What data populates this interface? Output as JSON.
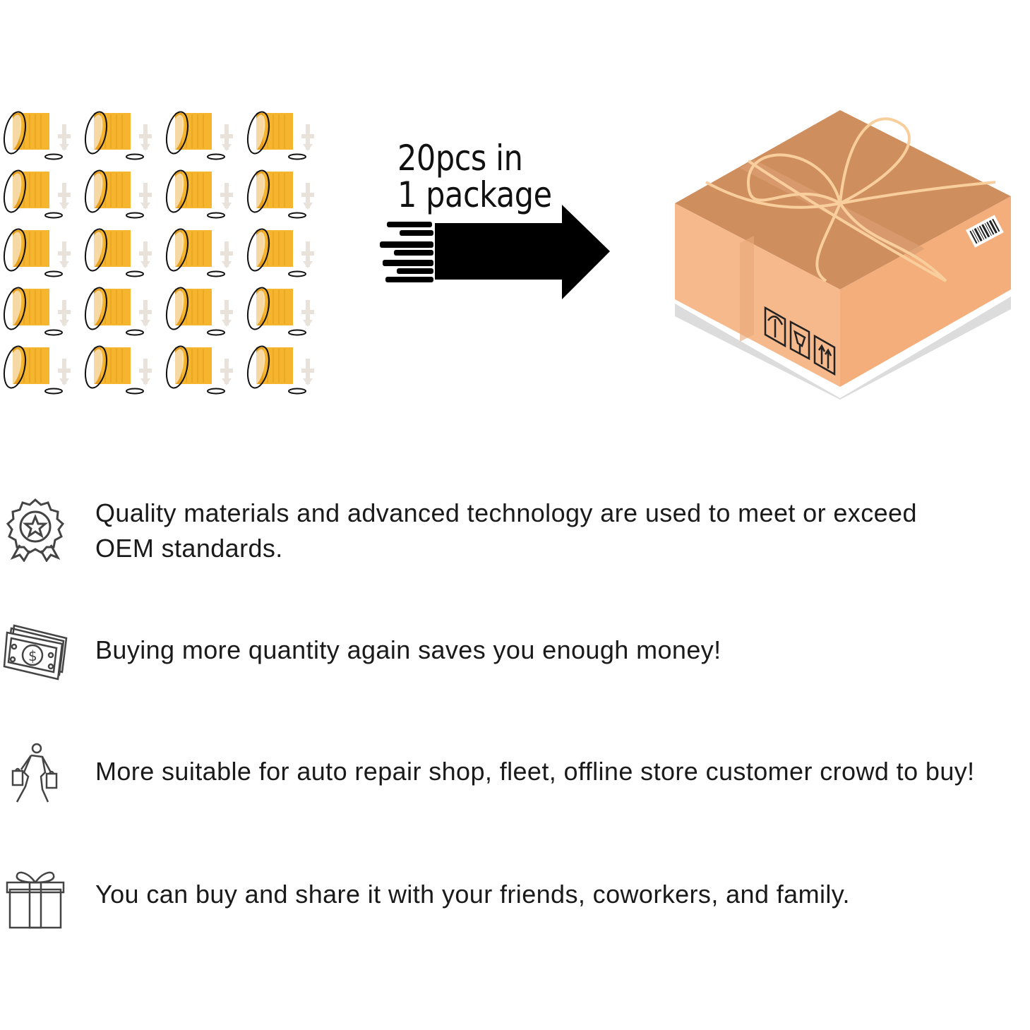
{
  "hero": {
    "caption_line1": "20pcs in",
    "caption_line2": "1 package",
    "filter_count": 20,
    "colors": {
      "filter": "#F5B52E",
      "filter_shade": "#E49A16",
      "box_top": "#CF8E5E",
      "box_left": "#F6B98C",
      "box_right": "#F3AE7C",
      "arrow": "#000000"
    }
  },
  "features": [
    {
      "icon": "award-ribbon-icon",
      "text_line1": "Quality materials and advanced technology are used to meet or exceed",
      "text_line2": "OEM standards."
    },
    {
      "icon": "money-bills-icon",
      "text_line1": "Buying more quantity again saves you enough money!"
    },
    {
      "icon": "shopper-icon",
      "text_line1": "More suitable for auto repair shop, fleet, offline store customer crowd to buy!"
    },
    {
      "icon": "gift-box-icon",
      "text_line1": "You can buy and share it with your friends, coworkers, and family."
    }
  ]
}
